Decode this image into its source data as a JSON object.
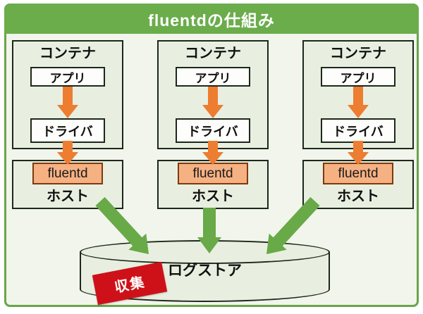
{
  "title": "fluentdの仕組み",
  "columns": [
    {
      "container_label": "コンテナ",
      "app_label": "アプリ",
      "driver_label": "ドライバ",
      "fluentd_label": "fluentd",
      "host_label": "ホスト"
    },
    {
      "container_label": "コンテナ",
      "app_label": "アプリ",
      "driver_label": "ドライバ",
      "fluentd_label": "fluentd",
      "host_label": "ホスト"
    },
    {
      "container_label": "コンテナ",
      "app_label": "アプリ",
      "driver_label": "ドライバ",
      "fluentd_label": "fluentd",
      "host_label": "ホスト"
    }
  ],
  "log_store": {
    "label": "ログストア"
  },
  "badge": {
    "label": "収集"
  },
  "colors": {
    "title_bar_green": "#6bac4b",
    "frame_border_green": "#69a549",
    "background_light_green": "#f1f5ec",
    "box_fill_light_green": "#e9efe0",
    "box_border_dark": "#1c281c",
    "orange_arrow": "#ed7d31",
    "fluentd_fill": "#f6b183",
    "fluentd_border": "#7e3a0e",
    "green_arrow": "#68a948",
    "badge_red": "#ce1118",
    "title_text": "#ffffff"
  }
}
